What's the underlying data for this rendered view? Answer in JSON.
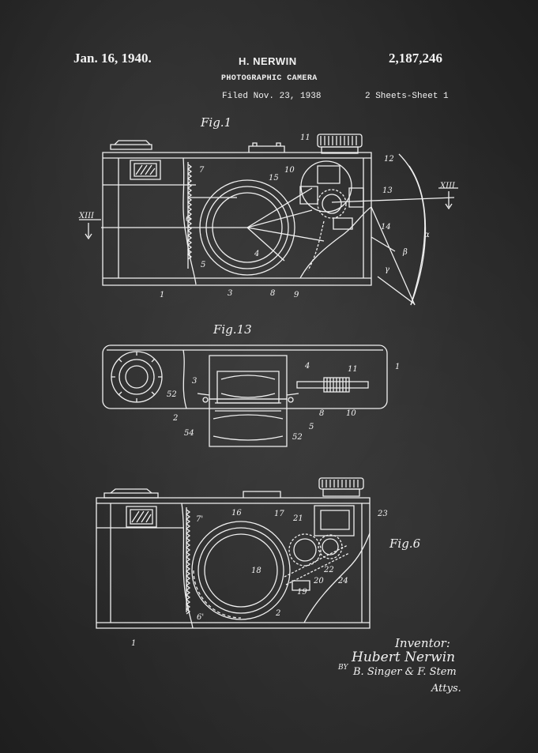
{
  "header": {
    "date": "Jan. 16, 1940.",
    "inventor": "H. NERWIN",
    "patent_number": "2,187,246",
    "title": "PHOTOGRAPHIC CAMERA",
    "filed": "Filed Nov. 23, 1938",
    "sheets": "2 Sheets-Sheet 1"
  },
  "figures": {
    "fig1": "Fig.1",
    "fig13": "Fig.13",
    "fig6": "Fig.6"
  },
  "fig1_refs": [
    "11",
    "12",
    "10",
    "15",
    "13",
    "14",
    "7",
    "6",
    "5",
    "4",
    "1",
    "3",
    "8",
    "9",
    "XIII",
    "XIII",
    "α",
    "β",
    "γ"
  ],
  "fig13_refs": [
    "4",
    "11",
    "1",
    "3",
    "52",
    "2",
    "54",
    "8",
    "10",
    "5",
    "52"
  ],
  "fig6_refs": [
    "16",
    "17",
    "21",
    "23",
    "7'",
    "18",
    "22",
    "24",
    "20",
    "19",
    "6'",
    "2",
    "1"
  ],
  "signature": {
    "inventor_label": "Inventor:",
    "inventor_name": "Hubert Nerwin",
    "by": "BY",
    "attorneys": "B. Singer & F. Stem",
    "attys": "Attys."
  }
}
